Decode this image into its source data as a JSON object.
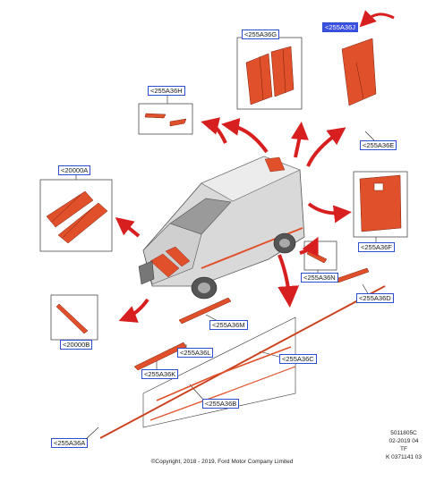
{
  "diagram": {
    "callouts": {
      "a36j": "<255A36J",
      "a36g": "<255A36G",
      "a36h": "<255A36H",
      "a36e": "<255A36E",
      "b20000a": "<20000A",
      "a36f": "<255A36F",
      "a36n": "<255A36N",
      "a36d": "<255A36D",
      "b20000b": "<20000B",
      "a36m": "<255A36M",
      "a36l": "<255A36L",
      "a36c": "<255A36C",
      "a36k": "<255A36K",
      "a36b": "<255A36B",
      "a36a": "<255A36A"
    },
    "meta": {
      "code": "5011805C",
      "date": "02-2019 04",
      "tf": "TF",
      "ref": "K 0371141 03"
    },
    "copyright": "©Copyright, 2018 - 2019, Ford Motor Company Limited"
  },
  "colors": {
    "decal": "#e0502a",
    "arrow": "#d81f1f",
    "callout_border": "#2f4fd0",
    "highlight": "#3b4fe0"
  }
}
